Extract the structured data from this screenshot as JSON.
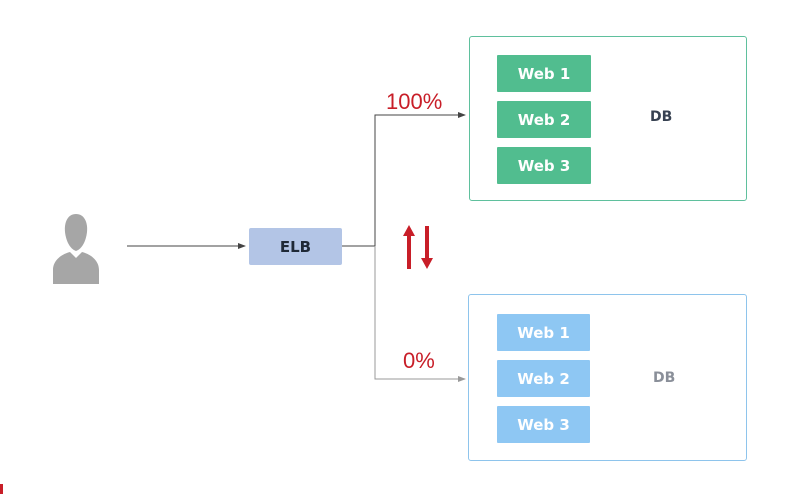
{
  "load_balancer": {
    "label": "ELB"
  },
  "traffic": {
    "top_percent": "100%",
    "bottom_percent": "0%"
  },
  "environments": [
    {
      "id": "green",
      "web_servers": [
        "Web 1",
        "Web 2",
        "Web 3"
      ],
      "db_label": "DB",
      "accent_color": "#51bd8f"
    },
    {
      "id": "blue",
      "web_servers": [
        "Web 1",
        "Web 2",
        "Web 3"
      ],
      "db_label": "DB",
      "accent_color": "#8ec7f3"
    }
  ],
  "icons": {
    "user": "user-icon",
    "switch": "swap-arrows-icon",
    "database": "database-icon"
  },
  "colors": {
    "highlight_red": "#c81e28",
    "elb_fill": "#b3c5e6"
  }
}
